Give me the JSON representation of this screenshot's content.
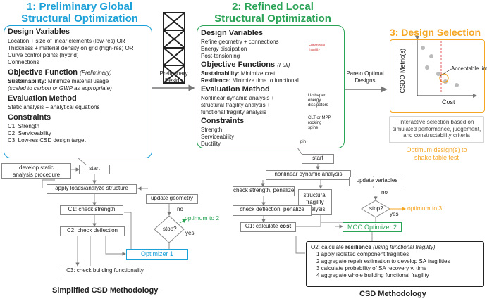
{
  "titles": {
    "stage1": [
      "1: Preliminary Global",
      "Structural Optimization"
    ],
    "stage2": [
      "2: Refined Local",
      "Structural Optimization"
    ],
    "stage3": "3: Design Selection"
  },
  "colors": {
    "blue": "#1ba1d8",
    "green": "#2aa356",
    "orange": "#f5a623",
    "gray": "#888888"
  },
  "panel1": {
    "dv_head": "Design Variables",
    "dv_lines": [
      "Location + size of linear elements (low-res) OR",
      "Thickness + material density on grid (high-res) OR",
      "Curve control points (hybrid)",
      "Connections"
    ],
    "of_head": "Objective Function",
    "of_tag": "(Preliminary)",
    "of_line1_bold": "Sustainability:",
    "of_line1": " Minimize material usage",
    "of_line2": "(scaled to carbon or GWP as appropriate)",
    "em_head": "Evaluation Method",
    "em_line": "Static analysis + analytical equations",
    "c_head": "Constraints",
    "c_lines": [
      "C1: Strength",
      "C2: Serviceability",
      "C3: Low-res CSD design target"
    ]
  },
  "panel2": {
    "dv_head": "Design Variables",
    "dv_lines": [
      "Refine geometry + connections",
      "Energy dissipation",
      "Post-tensioning"
    ],
    "of_head": "Objective Functions",
    "of_tag": "(Full)",
    "of_l1_bold": "Sustainability:",
    "of_l1": " Minimize cost",
    "of_l2_bold": "Resilience:",
    "of_l2": " Minimize time to functional",
    "em_head": "Evaluation Method",
    "em_lines": [
      "Nonlinear dynamic analysis +",
      "structural fragility analysis +",
      "functional fragility analysis"
    ],
    "c_head": "Constraints",
    "c_lines": [
      "Strength",
      "Serviceability",
      "Ductility"
    ],
    "img_labels": {
      "u_shaped": [
        "U-shaped",
        "energy",
        "dissipators"
      ],
      "clt": [
        "CLT or MPP",
        "rocking",
        "spine"
      ],
      "pin": "pin",
      "graph_label": [
        "Functional",
        "fragility"
      ]
    }
  },
  "panel3": {
    "ylabel": "CSDO Metric(s)",
    "xlabel": "Cost",
    "limit_label": "Acceptable limit",
    "desc_lines": [
      "Interactive selection based on",
      "simulated performance, judgement,",
      "and constructability criteria"
    ],
    "optimum_lines": [
      "Optimum design(s) to",
      "shake table test"
    ]
  },
  "arrows": {
    "prelim": [
      "Preliminary",
      "Design"
    ],
    "pareto": [
      "Pareto Optimal",
      "Designs"
    ]
  },
  "left_flow": {
    "develop": [
      "develop static",
      "analysis procedure"
    ],
    "start": "start",
    "apply": "apply loads/analyze structure",
    "update_geometry": "update geometry",
    "c1": "C1: check strength",
    "c2": "C2: check deflection",
    "stop": "stop?",
    "no": "no",
    "yes": "yes",
    "optimum": "optimum to 2",
    "optimizer": "Optimizer 1",
    "c3": "C3: check building functionality",
    "footer": "Simplified CSD Methodology"
  },
  "right_flow": {
    "start": "start",
    "nla": "nonlinear dynamic analysis",
    "update_vars": "update variables",
    "check_strength": "check strength, penalize",
    "fragility": [
      "structural",
      "fragility",
      "analysis"
    ],
    "check_deflection": "check deflection, penalize",
    "stop": "stop?",
    "no": "no",
    "yes": "yes",
    "optimum": "optimum to 3",
    "o1_prefix": "O1: calculate ",
    "o1_bold": "cost",
    "moo": "MOO Optimizer 2",
    "o2_prefix": "O2: calculate ",
    "o2_bold": "resilience",
    "o2_suffix": " (using functional fragility)",
    "o2_steps": [
      "1 apply isolated component fragilities",
      "2 aggregate repair estimation to develop SA fragilities",
      "3 calculate probability of SA recovery v. time",
      "4 aggregate whole building functional fragility"
    ],
    "footer": "CSD Methodology"
  }
}
